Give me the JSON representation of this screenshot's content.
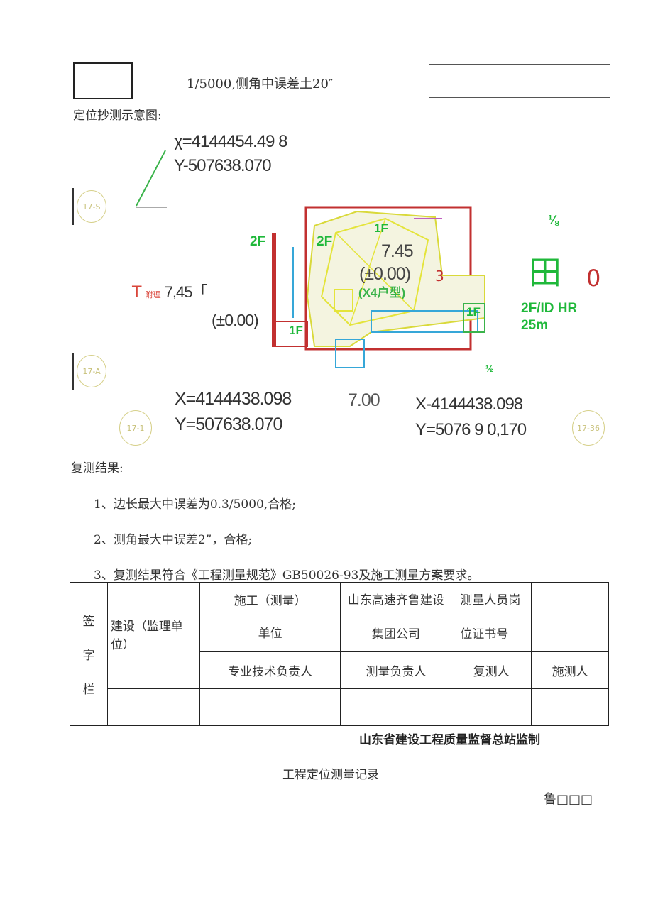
{
  "header": {
    "precision_text": "1/5000,侧角中误差土20″"
  },
  "diagram_title": "定位抄测示意图:",
  "plan": {
    "coord_top_x": "χ=4144454.49 8",
    "coord_top_y": "Y-507638.070",
    "left_label_prefix": "T",
    "left_label_small": "附理",
    "left_label_value": "7,45「",
    "left_elev": "(±0.00)",
    "center_elev": "7.45",
    "center_zero": "(±0.00)",
    "center_type": "(X4户型)",
    "label_3": "3",
    "floor_2f_a": "2F",
    "floor_2f_b": "2F",
    "floor_1f_a": "1F",
    "floor_1f_b": "1F",
    "floor_1f_c": "1F",
    "frac_top": "⅛",
    "tian_glyph": "田",
    "zero_red": "0",
    "right_note_1": "2F/ID HR",
    "right_note_2": "25m",
    "half_mark": "½",
    "coord_bl_x": "X=4144438.098",
    "coord_bl_y": "Y=507638.070",
    "dim_700": "7.00",
    "coord_br_x": "X-4144438.098",
    "coord_br_y": "Y=5076 9 0,170",
    "stamp_1": "17-S",
    "stamp_2": "17-A",
    "stamp_3": "17-1",
    "stamp_4": "17-36"
  },
  "results": {
    "heading": "复测结果:",
    "line1": "1、边长最大中误差为0.3/5000,合格;",
    "line2": "2、测角最大中误差2”，合格;",
    "line3": "3、复测结果符合《工程测量规范》GB50026-93及施工测量方案要求。"
  },
  "signature_table": {
    "col_sign": "签\n字\n栏",
    "col_build": "建设（监理单位）",
    "col_construct_1": "施工（测量）",
    "col_construct_2": "单位",
    "col_company": "山东高速齐鲁建设集团公司",
    "col_cert": "测量人员岗位证书号",
    "row2_tech": "专业技术负责人",
    "row2_survey": "测量负责人",
    "row2_recheck": "复测人",
    "row2_construct": "施测人"
  },
  "footer": {
    "supervisor": "山东省建设工程质量监督总站监制",
    "doc_title": "工程定位测量记录",
    "code": "鲁□□□"
  }
}
